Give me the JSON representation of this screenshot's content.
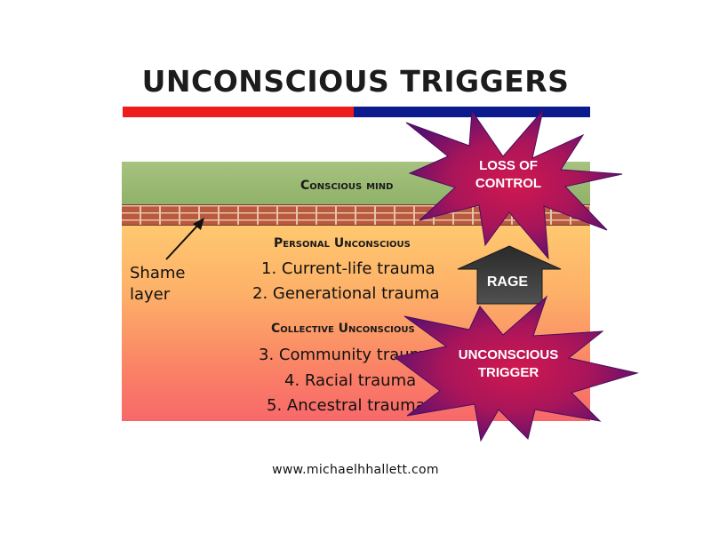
{
  "title": "UNCONSCIOUS TRIGGERS",
  "colors": {
    "title_bar_left": "#ee1c1c",
    "title_bar_right": "#0b1a8c",
    "conscious_band": "#9bbb72",
    "brick": "#b9593f",
    "unconscious_top": "#ffc870",
    "unconscious_bottom": "#f8686a",
    "star_center": "#d01850",
    "star_edge": "#5a1070",
    "rage_arrow": "#3a3a3a"
  },
  "layers": {
    "conscious_label": "Conscious mind",
    "personal_label": "Personal Unconscious",
    "personal_items": [
      "1. Current-life trauma",
      "2. Generational trauma"
    ],
    "collective_label": "Collective Unconscious",
    "collective_items": [
      "3. Community trauma",
      "4. Racial trauma",
      "5. Ancestral trauma"
    ]
  },
  "shame_layer": {
    "line1": "Shame",
    "line2": "layer",
    "icon": "arrow-icon"
  },
  "loss_of_control": {
    "line1": "LOSS OF",
    "line2": "CONTROL",
    "icon": "starburst-icon"
  },
  "rage": {
    "label": "RAGE",
    "icon": "up-arrow-icon"
  },
  "unconscious_trigger": {
    "line1": "UNCONSCIOUS",
    "line2": "TRIGGER",
    "icon": "starburst-icon"
  },
  "footer": {
    "url": "www.michaelhhallett.com"
  }
}
